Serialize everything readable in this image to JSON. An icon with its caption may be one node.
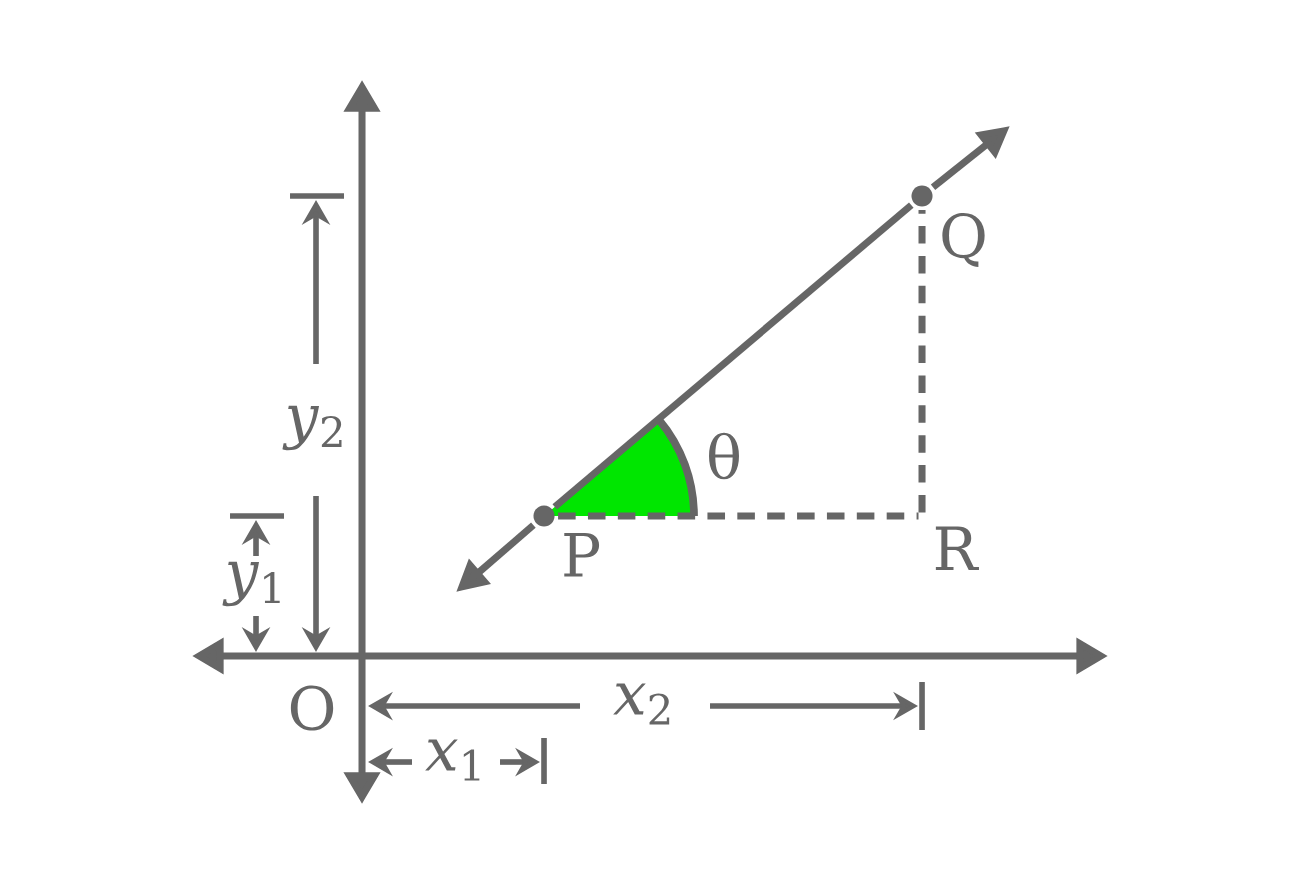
{
  "diagram": {
    "nodes": [
      {
        "text": [
          "P"
        ]
      },
      {
        "text": [
          "Q"
        ]
      },
      {
        "text": [
          "R"
        ]
      }
    ],
    "edges": [
      {
        "from": 0,
        "to": 1,
        "arrow": "none"
      },
      {
        "from": 0,
        "to": 2,
        "arrow": "none",
        "style": "dashed"
      },
      {
        "from": 2,
        "to": 1,
        "arrow": "none",
        "style": "dashed"
      },
      {
        "from": 0,
        "to": null,
        "arrow": "to"
      },
      {
        "from": 1,
        "to": null,
        "arrow": "to"
      }
    ],
    "labels": [
      "θ",
      "*y*$_{2}$",
      "*y*$_{1}$",
      "O",
      "*x*$_{2}$",
      "*x*$_{1}$"
    ]
  }
}
